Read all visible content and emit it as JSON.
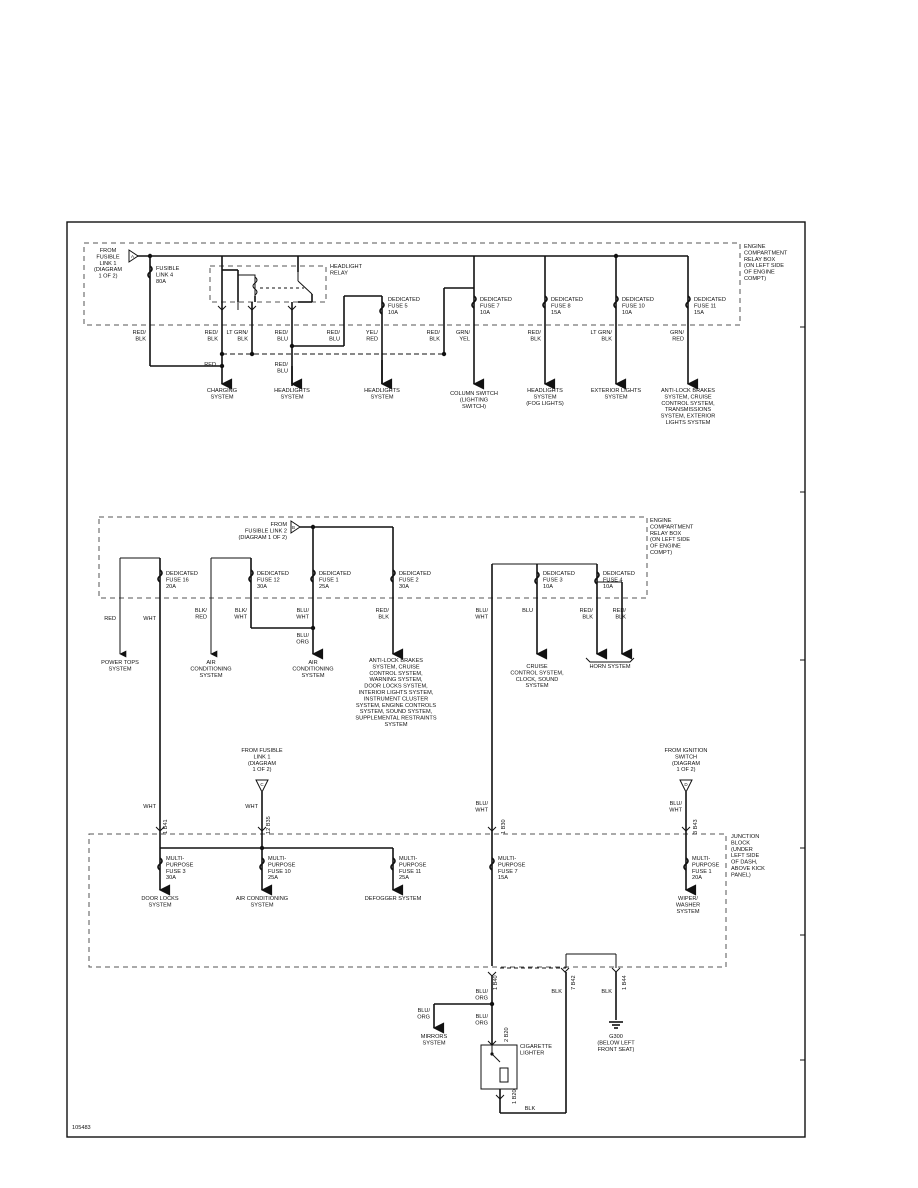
{
  "diagram_id": "105483",
  "top_section": {
    "box_label": [
      "ENGINE",
      "COMPARTMENT",
      "RELAY BOX",
      "(ON LEFT SIDE",
      "OF ENGINE",
      "COMPT)"
    ],
    "source_label": [
      "FROM",
      "FUSIBLE",
      "LINK 1",
      "(DIAGRAM",
      "1 OF 2)"
    ],
    "connector_letter": "A",
    "fusible_link_label": [
      "FUSIBLE",
      "LINK 4",
      "80A"
    ],
    "relay_label": [
      "HEADLIGHT",
      "RELAY"
    ],
    "fuses": [
      {
        "label": [
          "DEDICATED",
          "FUSE 5",
          "10A"
        ]
      },
      {
        "label": [
          "DEDICATED",
          "FUSE 7",
          "10A"
        ]
      },
      {
        "label": [
          "DEDICATED",
          "FUSE 8",
          "15A"
        ]
      },
      {
        "label": [
          "DEDICATED",
          "FUSE 10",
          "10A"
        ]
      },
      {
        "label": [
          "DEDICATED",
          "FUSE 11",
          "15A"
        ]
      }
    ],
    "wires": [
      {
        "label": [
          "RED/",
          "BLK"
        ]
      },
      {
        "label": [
          "RED/",
          "BLK"
        ]
      },
      {
        "label": [
          "LT GRN/",
          "BLK"
        ]
      },
      {
        "label": [
          "RED/",
          "BLK"
        ]
      },
      {
        "label": [
          "RED/",
          "BLU"
        ]
      },
      {
        "label": [
          "RED/",
          "BLU"
        ]
      },
      {
        "label": [
          "YEL/",
          "RED"
        ]
      },
      {
        "label": [
          "RED/",
          "BLK"
        ]
      },
      {
        "label": [
          "GRN/",
          "YEL"
        ]
      },
      {
        "label": [
          "RED/",
          "BLK"
        ]
      },
      {
        "label": [
          "LT GRN/",
          "BLK"
        ]
      },
      {
        "label": [
          "GRN/",
          "RED"
        ]
      },
      {
        "label": [
          "RED"
        ]
      },
      {
        "label": [
          "RED/",
          "BLU"
        ]
      }
    ],
    "destinations": [
      {
        "label": [
          "CHARGING",
          "SYSTEM"
        ]
      },
      {
        "label": [
          "HEADLIGHTS",
          "SYSTEM"
        ]
      },
      {
        "label": [
          "HEADLIGHTS",
          "SYSTEM"
        ]
      },
      {
        "label": [
          "COLUMN SWITCH",
          "(LIGHTING",
          "SWITCH)"
        ]
      },
      {
        "label": [
          "HEADLIGHTS",
          "SYSTEM",
          "(FOG LIGHTS)"
        ]
      },
      {
        "label": [
          "EXTERIOR LIGHTS",
          "SYSTEM"
        ]
      },
      {
        "label": [
          "ANTI-LOCK BRAKES",
          "SYSTEM, CRUISE",
          "CONTROL SYSTEM,",
          "TRANSMISSIONS",
          "SYSTEM, EXTERIOR",
          "LIGHTS SYSTEM"
        ]
      }
    ]
  },
  "middle_section": {
    "box_label": [
      "ENGINE",
      "COMPARTMENT",
      "RELAY BOX",
      "(ON LEFT SIDE",
      "OF ENGINE",
      "COMPT)"
    ],
    "source_label": [
      "FROM",
      "FUSIBLE LINK 2",
      "(DIAGRAM 1 OF 2)"
    ],
    "connector_letter": "B",
    "fuses": [
      {
        "label": [
          "DEDICATED",
          "FUSE 16",
          "20A"
        ]
      },
      {
        "label": [
          "DEDICATED",
          "FUSE 12",
          "30A"
        ]
      },
      {
        "label": [
          "DEDICATED",
          "FUSE 1",
          "25A"
        ]
      },
      {
        "label": [
          "DEDICATED",
          "FUSE 2",
          "30A"
        ]
      },
      {
        "label": [
          "DEDICATED",
          "FUSE 3",
          "10A"
        ]
      },
      {
        "label": [
          "DEDICATED",
          "FUSE 4",
          "10A"
        ]
      }
    ],
    "wires": [
      {
        "label": [
          "RED"
        ]
      },
      {
        "label": [
          "WHT"
        ]
      },
      {
        "label": [
          "BLK/",
          "RED"
        ]
      },
      {
        "label": [
          "BLK/",
          "WHT"
        ]
      },
      {
        "label": [
          "BLU/",
          "WHT"
        ]
      },
      {
        "label": [
          "BLU/",
          "ORG"
        ]
      },
      {
        "label": [
          "RED/",
          "BLK"
        ]
      },
      {
        "label": [
          "BLU/",
          "WHT"
        ]
      },
      {
        "label": [
          "BLU"
        ]
      },
      {
        "label": [
          "RED/",
          "BLK"
        ]
      },
      {
        "label": [
          "RED/",
          "BLK"
        ]
      }
    ],
    "destinations": [
      {
        "label": [
          "POWER TOPS",
          "SYSTEM"
        ]
      },
      {
        "label": [
          "AIR",
          "CONDITIONING",
          "SYSTEM"
        ]
      },
      {
        "label": [
          "AIR",
          "CONDITIONING",
          "SYSTEM"
        ]
      },
      {
        "label": [
          "ANTI-LOCK BRAKES",
          "SYSTEM, CRUISE",
          "CONTROL SYSTEM,",
          "WARNING SYSTEM,",
          "DOOR LOCKS SYSTEM,",
          "INTERIOR LIGHTS SYSTEM,",
          "INSTRUMENT CLUSTER",
          "SYSTEM, ENGINE CONTROLS",
          "SYSTEM, SOUND SYSTEM,",
          "SUPPLEMENTAL RESTRAINTS",
          "SYSTEM"
        ]
      },
      {
        "label": [
          "CRUISE",
          "CONTROL SYSTEM,",
          "CLOCK, SOUND",
          "SYSTEM"
        ]
      },
      {
        "label": [
          "HORN SYSTEM"
        ]
      }
    ]
  },
  "lower_section": {
    "box_label": [
      "JUNCTION",
      "BLOCK",
      "(UNDER",
      "LEFT SIDE",
      "OF DASH,",
      "ABOVE KICK",
      "PANEL)"
    ],
    "source_fusible": [
      "FROM FUSIBLE",
      "LINK 1",
      "(DIAGRAM",
      "1 OF 2)"
    ],
    "source_fusible_letter": "C",
    "source_ignition": [
      "FROM IGNITION",
      "SWITCH",
      "(DIAGRAM",
      "1 OF 2)"
    ],
    "source_ignition_letter": "D",
    "connectors": [
      {
        "pin": "1",
        "name": "B41"
      },
      {
        "pin": "12",
        "name": "B35"
      },
      {
        "pin": "1",
        "name": "B30"
      },
      {
        "pin": "3",
        "name": "B43"
      },
      {
        "pin": "1",
        "name": "B40"
      },
      {
        "pin": "7",
        "name": "B42"
      },
      {
        "pin": "1",
        "name": "B44"
      }
    ],
    "fuses": [
      {
        "label": [
          "MULTI-",
          "PURPOSE",
          "FUSE 3",
          "30A"
        ]
      },
      {
        "label": [
          "MULTI-",
          "PURPOSE",
          "FUSE 10",
          "25A"
        ]
      },
      {
        "label": [
          "MULTI-",
          "PURPOSE",
          "FUSE 11",
          "25A"
        ]
      },
      {
        "label": [
          "MULTI-",
          "PURPOSE",
          "FUSE 7",
          "15A"
        ]
      },
      {
        "label": [
          "MULTI-",
          "PURPOSE",
          "FUSE 1",
          "20A"
        ]
      }
    ],
    "wires": [
      {
        "label": [
          "WHT"
        ]
      },
      {
        "label": [
          "WHT"
        ]
      },
      {
        "label": [
          "BLU/",
          "WHT"
        ]
      },
      {
        "label": [
          "BLU/",
          "WHT"
        ]
      },
      {
        "label": [
          "BLU/",
          "ORG"
        ]
      },
      {
        "label": [
          "BLU/",
          "ORG"
        ]
      },
      {
        "label": [
          "BLU/",
          "ORG"
        ]
      },
      {
        "label": [
          "BLK"
        ]
      },
      {
        "label": [
          "BLK"
        ]
      },
      {
        "label": [
          "BLK"
        ]
      }
    ],
    "destinations": [
      {
        "label": [
          "DOOR LOCKS",
          "SYSTEM"
        ]
      },
      {
        "label": [
          "AIR CONDITIONING",
          "SYSTEM"
        ]
      },
      {
        "label": [
          "DEFOGGER SYSTEM"
        ]
      },
      {
        "label": [
          "WIPER/",
          "WASHER",
          "SYSTEM"
        ]
      },
      {
        "label": [
          "MIRRORS",
          "SYSTEM"
        ]
      }
    ],
    "lighter_label": [
      "CIGARETTE",
      "LIGHTER"
    ],
    "lighter_connector_top": "B20",
    "lighter_connector_bottom": "B20",
    "lighter_pin_top": "2",
    "lighter_pin_bottom": "1",
    "ground_label": [
      "G300",
      "(BELOW LEFT",
      "FRONT SEAT)"
    ]
  }
}
